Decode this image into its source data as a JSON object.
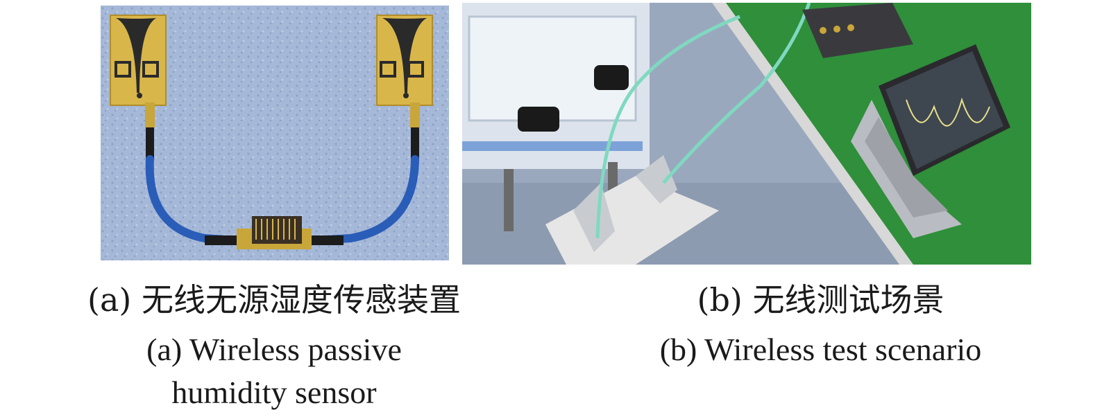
{
  "panel_a": {
    "caption_zh": "(a) 无线无源湿度传感装置",
    "caption_en_line1": "(a) Wireless passive",
    "caption_en_line2": "humidity sensor"
  },
  "panel_b": {
    "caption_zh": "(b) 无线测试场景",
    "caption_en": "(b) Wireless test scenario"
  },
  "colors": {
    "antenna_gold": "#d9b64a",
    "cable_blue": "#2a5db8",
    "floor_blue": "#9fb4d6",
    "bench_green": "#2f8f3a",
    "cable_teal": "#7fd9c0",
    "laptop_gray": "#b9bcc2"
  }
}
